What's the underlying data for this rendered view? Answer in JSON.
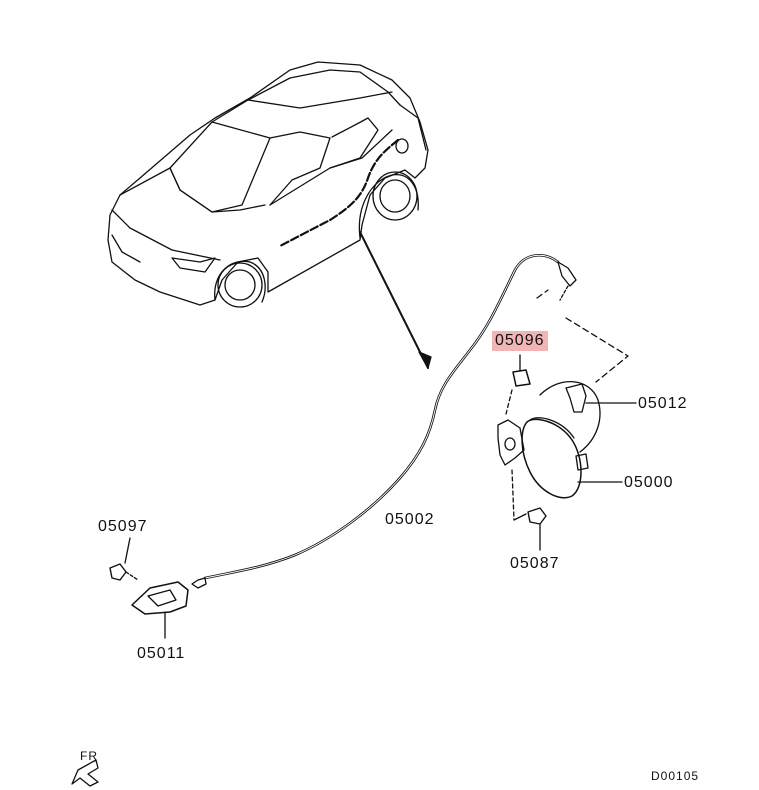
{
  "parts": [
    {
      "id": "p05096",
      "label": "05096",
      "highlighted": true
    },
    {
      "id": "p05012",
      "label": "05012",
      "highlighted": false
    },
    {
      "id": "p05000",
      "label": "05000",
      "highlighted": false
    },
    {
      "id": "p05002",
      "label": "05002",
      "highlighted": false
    },
    {
      "id": "p05087",
      "label": "05087",
      "highlighted": false
    },
    {
      "id": "p05097",
      "label": "05097",
      "highlighted": false
    },
    {
      "id": "p05011",
      "label": "05011",
      "highlighted": false
    }
  ],
  "orientation": {
    "label": "FR",
    "icon": "front-arrow-icon"
  },
  "diagram_code": "D00105",
  "colors": {
    "line": "#111111",
    "highlight": "#f2b5b5",
    "background": "#ffffff"
  }
}
